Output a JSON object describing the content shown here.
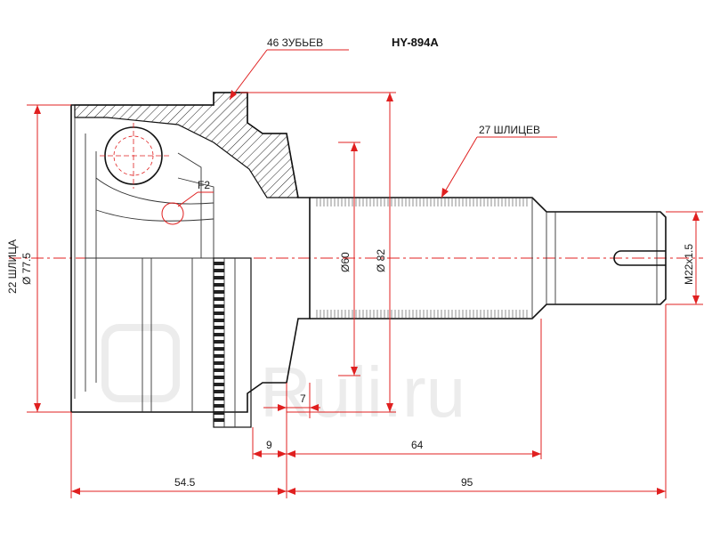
{
  "part_number": "HY-894A",
  "watermark": "Ruli.ru",
  "labels": {
    "teeth": "46 ЗУБЬЕВ",
    "outer_splines": "27 ШЛИЦЕВ",
    "inner_splines": "22 ШЛИЦА",
    "diameter_outer": "Ø 77.5",
    "diameter_60": "Ø60",
    "diameter_82": "Ø 82",
    "thread": "M22x1.5",
    "detail": "F2"
  },
  "dimensions": {
    "d7": "7",
    "d9": "9",
    "d64": "64",
    "d54_5": "54.5",
    "d95": "95"
  },
  "colors": {
    "dimension_lines": "#e02020",
    "outline": "#111111",
    "hatch": "#333333",
    "watermark": "#ececec"
  }
}
